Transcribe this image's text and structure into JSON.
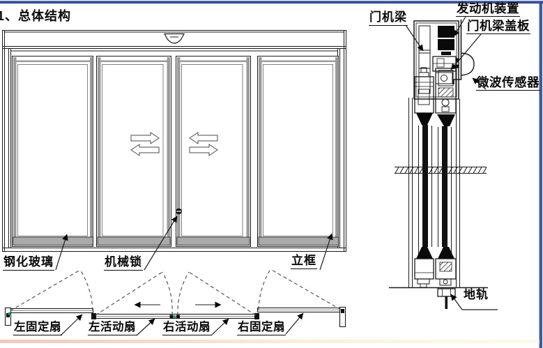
{
  "slide": {
    "title": "1、总体结构"
  },
  "front_view": {
    "labels": {
      "glass": "钢化玻璃",
      "lock": "机械锁",
      "frame": "立框"
    }
  },
  "section_view": {
    "labels": {
      "door_beam": "门机梁",
      "motor_unit": "发动机装置",
      "beam_cover": "门机梁盖板",
      "microwave_sensor": "微波传感器",
      "floor_track": "地轨"
    }
  },
  "plan_view": {
    "labels": {
      "left_fixed": "左固定扇",
      "left_active": "左活动扇",
      "right_active": "右活动扇",
      "right_fixed": "右固定扇"
    }
  },
  "icons": {
    "header_sensor": "dome-sensor",
    "lock": "cylinder-lock",
    "slide_left_arrow": "←",
    "slide_right_arrow": "→",
    "swap_arrows": "⇄"
  },
  "colors": {
    "line": "#1a1a1a",
    "panel_stile_gray": "#9b9b9b",
    "accent_green": "#00a651",
    "slide_border_top": "#26377d",
    "slide_border_right": "#3c5aa8",
    "slide_border_bottom": "#edbfae"
  }
}
